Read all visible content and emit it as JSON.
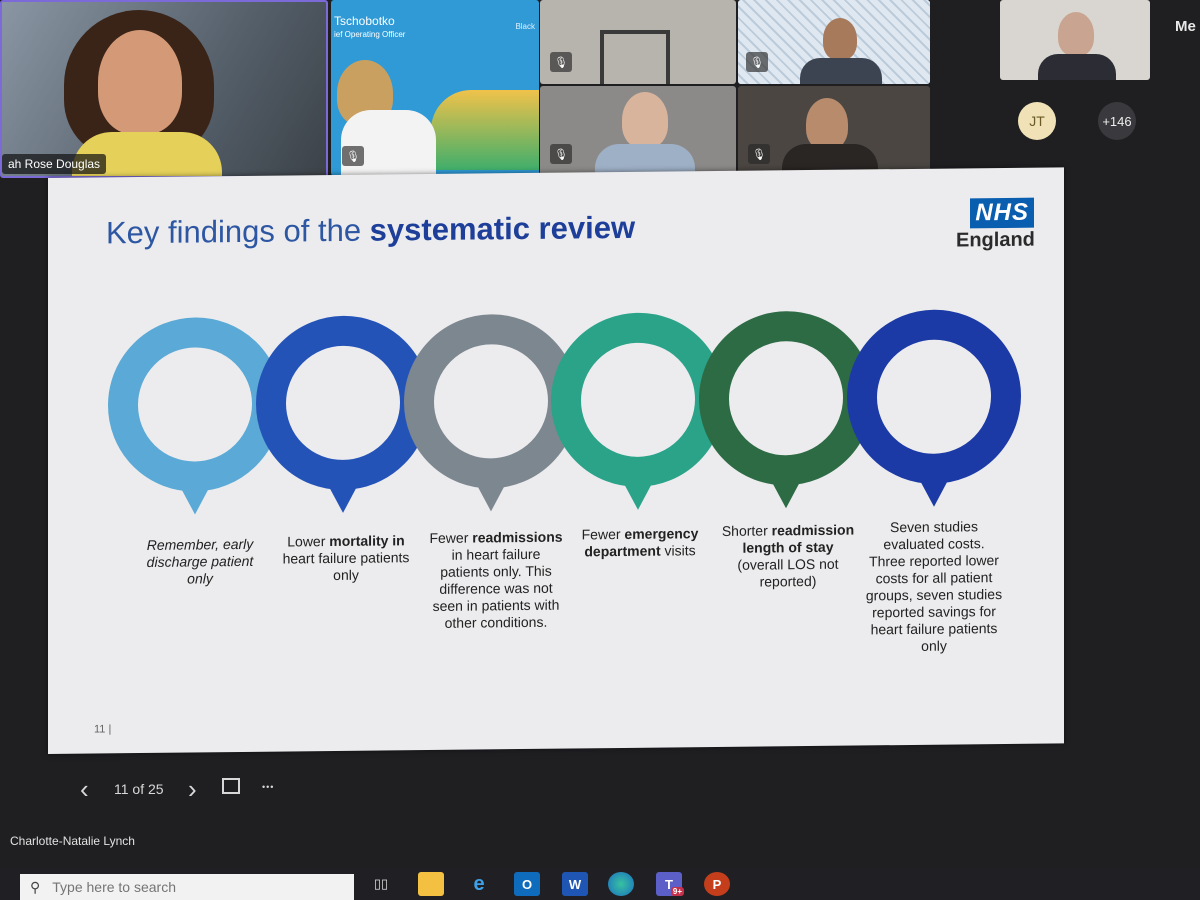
{
  "participants": {
    "presenter_name": "ah Rose Douglas",
    "speaker2": {
      "name_line": "Tschobotko",
      "role_line": "ief Operating Officer",
      "badge": "Black"
    },
    "overflow_initials": "JT",
    "overflow_count": "+146",
    "side_label": "Me"
  },
  "slide": {
    "title_plain": "Key findings of the ",
    "title_bold": "systematic review",
    "logo_box": "NHS",
    "logo_sub": "England",
    "page_number": "11",
    "rings": [
      {
        "color": "#5aa9d6"
      },
      {
        "color": "#2453b8"
      },
      {
        "color": "#7d8790"
      },
      {
        "color": "#2aa389"
      },
      {
        "color": "#2d6b45"
      },
      {
        "color": "#1b3aa5"
      }
    ],
    "findings": [
      {
        "lines": [
          "Remember, early",
          "discharge patient",
          "only"
        ]
      },
      {
        "pre": "Lower ",
        "bold": "mortality in",
        "post": " heart failure patients only"
      },
      {
        "pre": "Fewer ",
        "bold": "readmissions",
        "post": " in heart failure patients only. This difference was not seen in patients with other conditions."
      },
      {
        "pre": "Fewer ",
        "bold": "emergency department",
        "post": " visits"
      },
      {
        "pre": "Shorter ",
        "bold": "readmission length of stay",
        "post": " (overall LOS not reported)"
      },
      {
        "text": "Seven studies evaluated costs.  Three reported lower costs for all patient groups, seven studies reported savings for heart failure patients only"
      }
    ]
  },
  "viewer": {
    "page_indicator": "11 of 25",
    "prev_glyph": "‹",
    "next_glyph": "›",
    "more_glyph": "•••"
  },
  "user_name": "Charlotte-Natalie Lynch",
  "taskbar": {
    "search_placeholder": "Type here to search",
    "apps": [
      "task-view",
      "file-explorer",
      "internet-explorer",
      "outlook",
      "word",
      "edge",
      "teams",
      "powerpoint"
    ],
    "teams_badge": "9+"
  }
}
